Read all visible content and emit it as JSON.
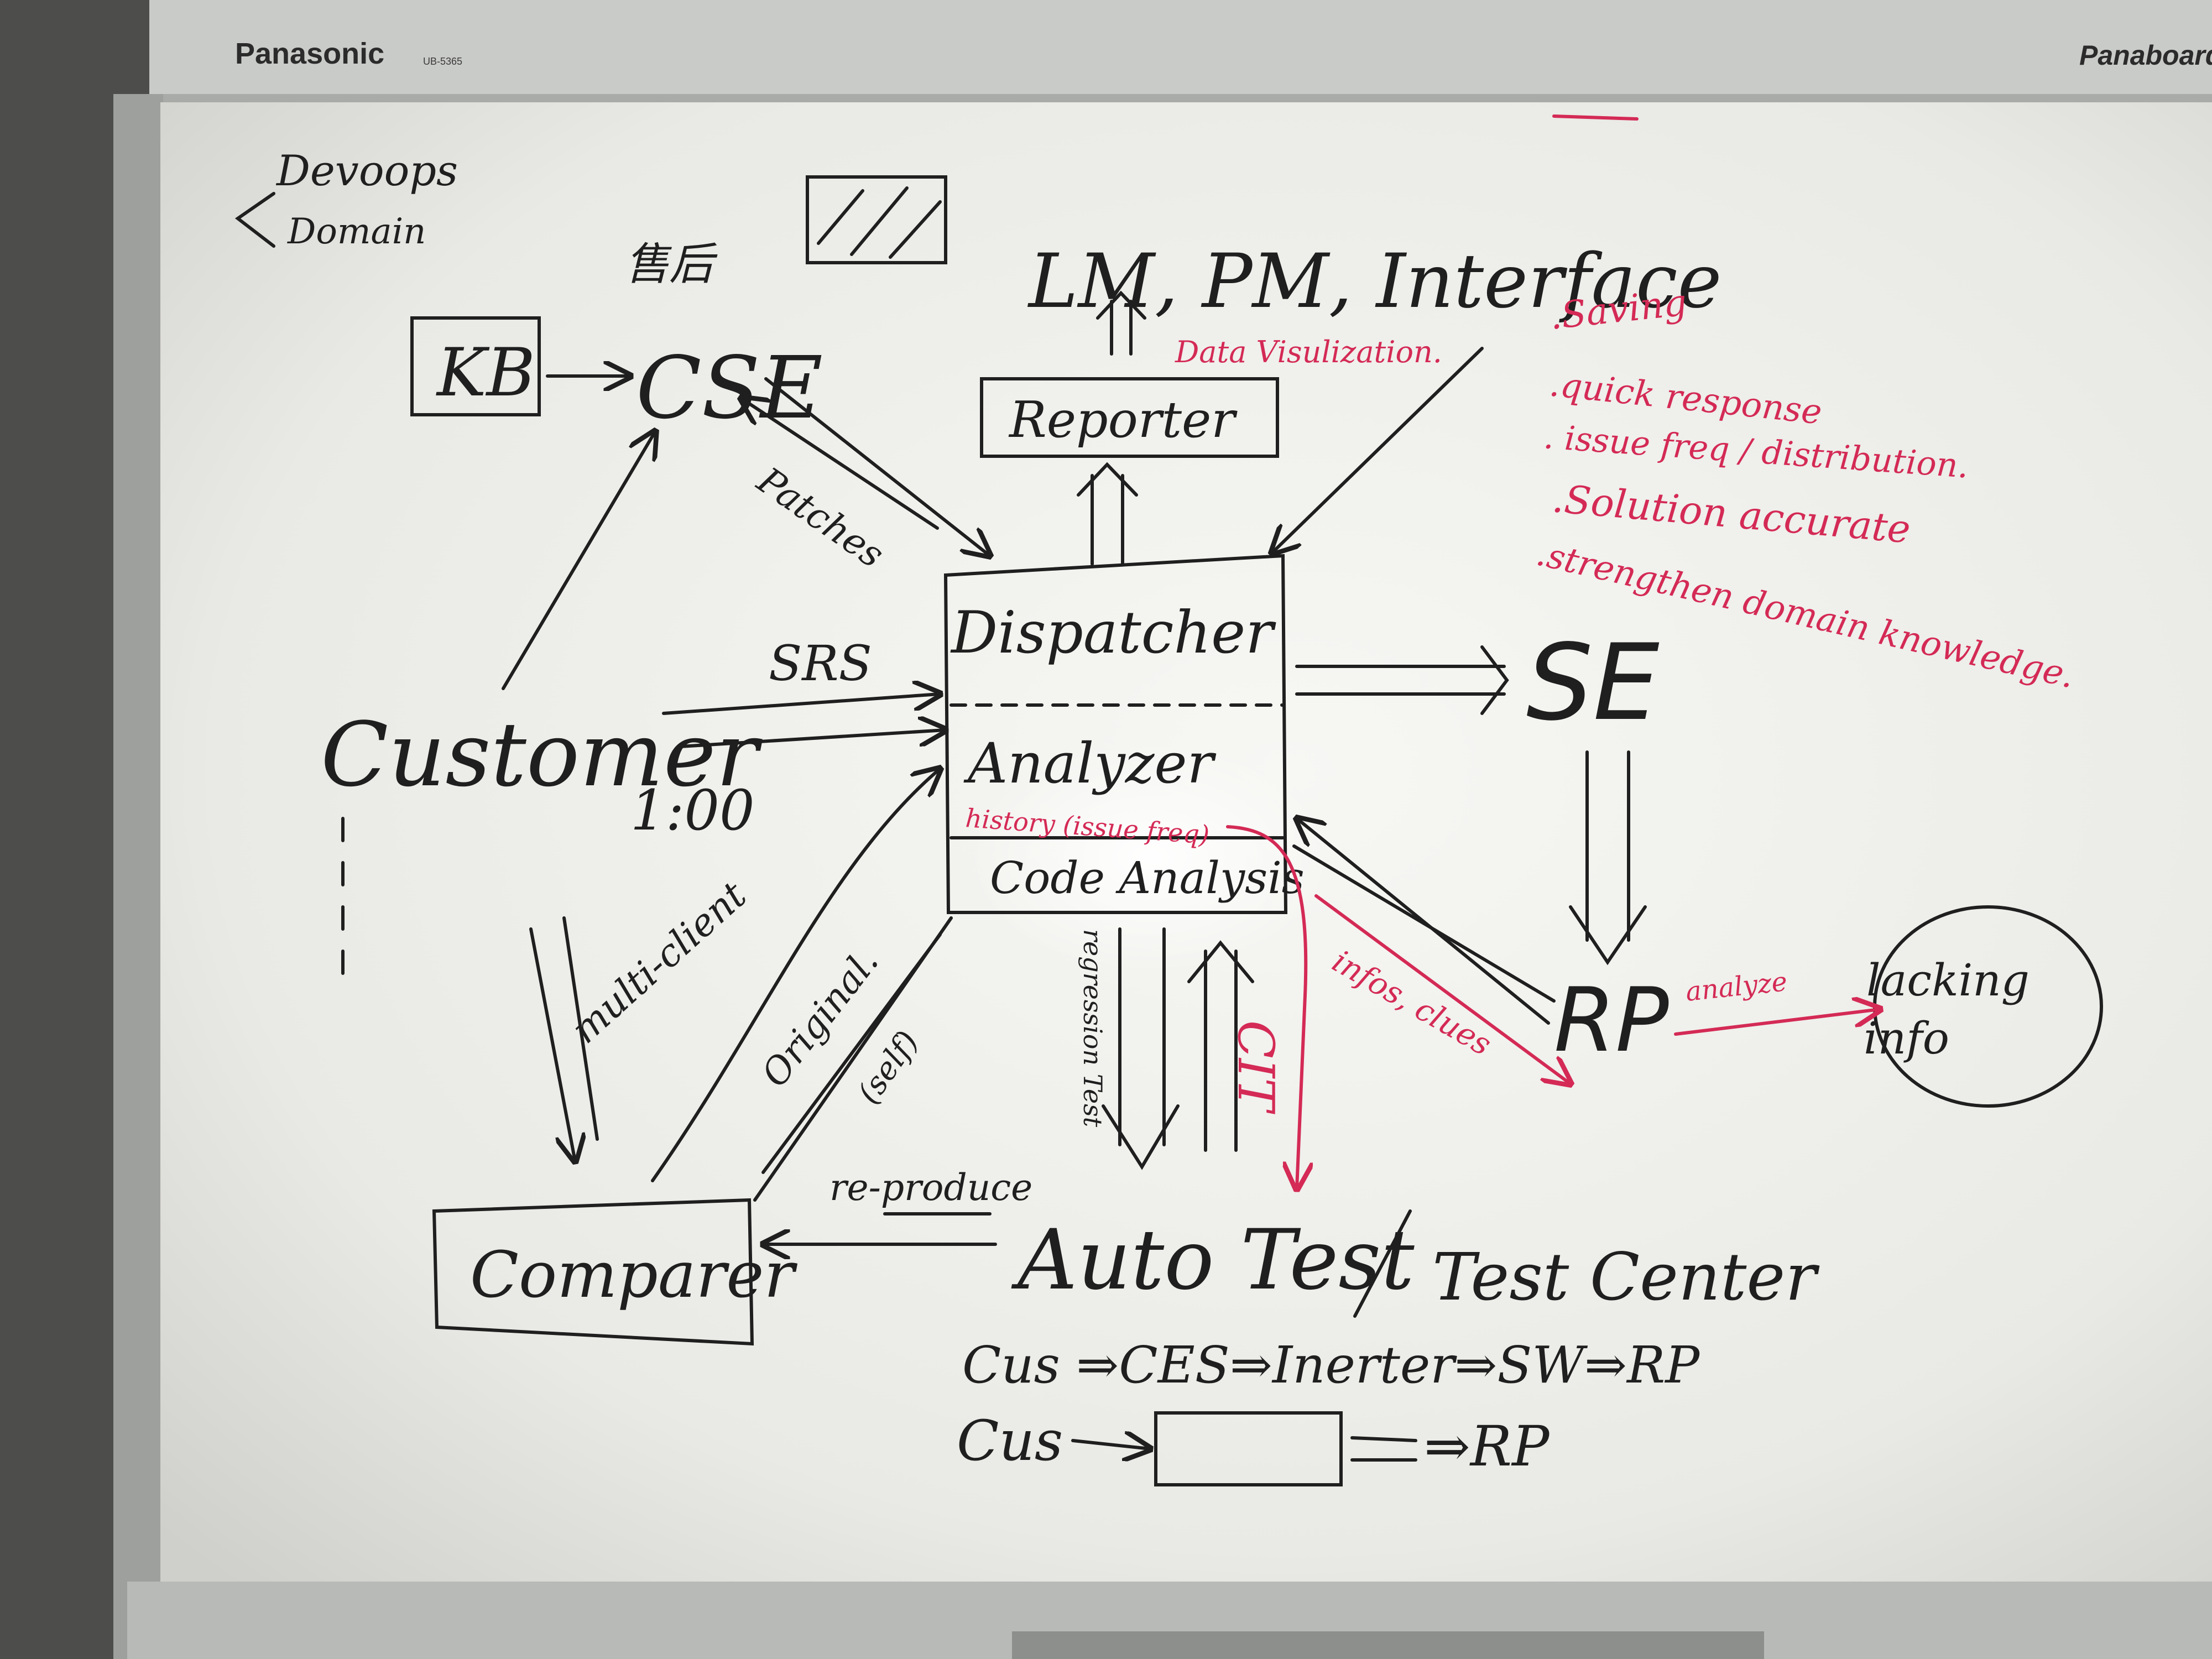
{
  "board_frame": {
    "brand_left": "Panasonic",
    "model": "UB-5365",
    "brand_right": "Panaboard"
  },
  "whiteboard": {
    "devops_line1": "Devoops",
    "devops_line2": "Domain",
    "cjk_note": "售后",
    "kb": "KB",
    "cse": "CSE",
    "lm_pm_interface": "LM, PM, Interface",
    "reporter": "Reporter",
    "data_visualization": "Data Visulization.",
    "patches": "Patches",
    "srs": "SRS",
    "customer": "Customer",
    "ratio": "1:00",
    "dispatcher": "Dispatcher",
    "analyzer": "Analyzer",
    "history": "history (issue freq)",
    "code_analysis": "Code Analysis",
    "se": "SE",
    "rp": "RP",
    "analyze": "analyze",
    "lacking_info_line1": "lacking",
    "lacking_info_line2": "info",
    "infos_clues": "infos, clues",
    "regression_test": "regression Test",
    "cit": "CIT",
    "multi_client": "multi-client",
    "original": "Original.",
    "self": "(self)",
    "re_produce": "re-produce",
    "comparer": "Comparer",
    "auto_test": "Auto Test",
    "test_center": "Test Center",
    "flow1": "Cus ⇒CES⇒Inerter⇒SW⇒RP",
    "flow2_start": "Cus",
    "flow2_end": "⇒RP"
  },
  "benefits": [
    ".Saving",
    ".quick response",
    ". issue freq / distribution.",
    ".Solution accurate",
    ".strengthen domain knowledge."
  ],
  "colors": {
    "ink_black": "#1f1f1f",
    "ink_red": "#d42a55",
    "board": "#eeeeea",
    "frame": "#c9cbc8"
  }
}
